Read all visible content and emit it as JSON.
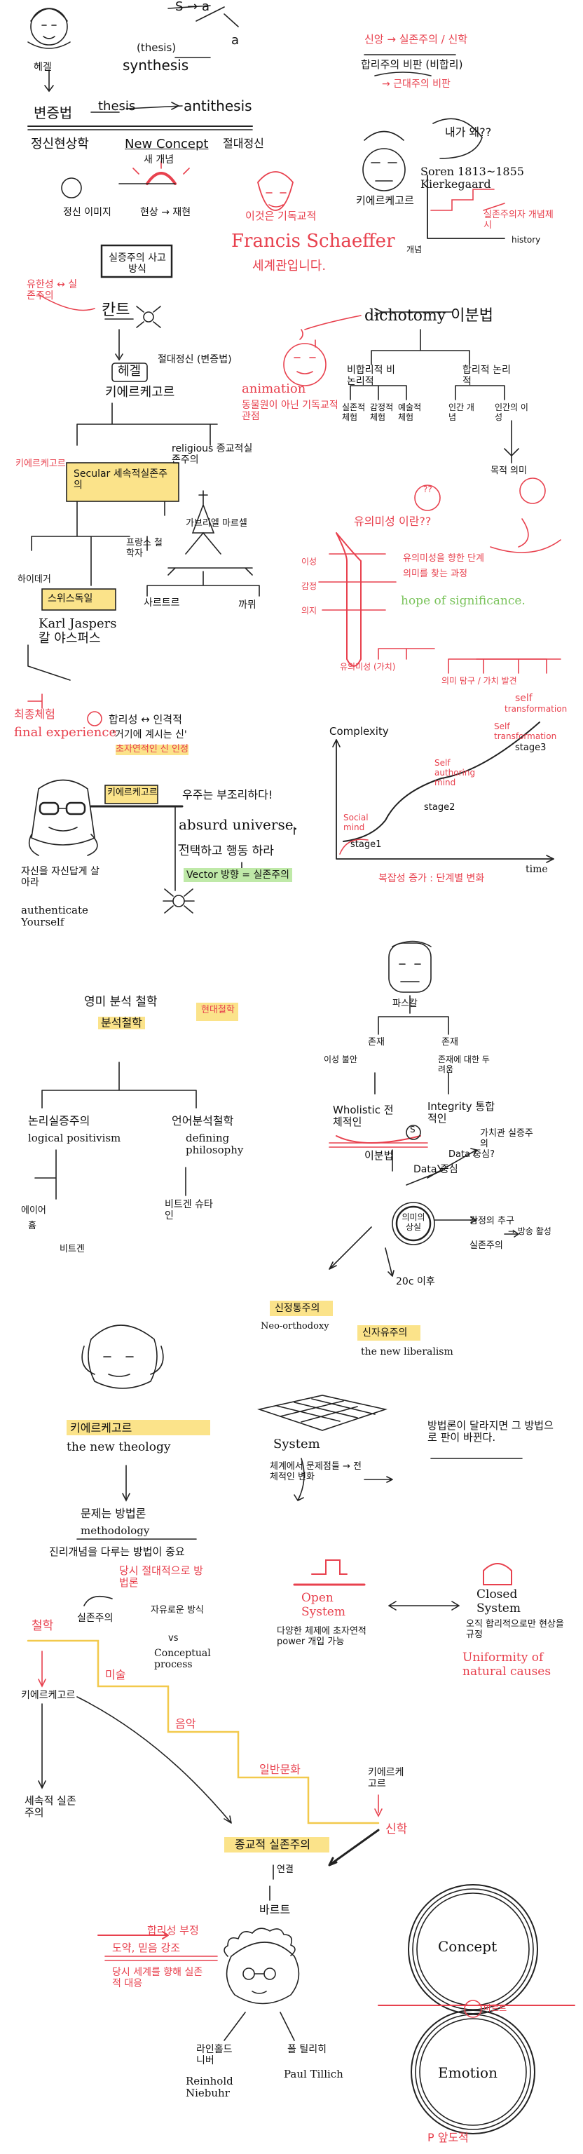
{
  "top": {
    "s_a": "S → a",
    "a": "a",
    "thesis_syn": "(thesis)",
    "synthesis": "synthesis",
    "hegel_label": "헤겔",
    "dialectic": "변증법",
    "thesis": "thesis",
    "antithesis": "antithesis",
    "absolute_spirit_phrase": "정신현상학",
    "new_concept": "New Concept",
    "new_concept_ko": "새 개념",
    "absolute": "절대정신",
    "spirit_left": "정신 이미지",
    "spirit_right": "현상 → 재현",
    "rationalism_box": "실증주의 사고방식",
    "rationalism_note": "유한성 ↔ 실존주의",
    "kant": "칸트",
    "hegel": "헤겔",
    "hegel_side": "절대정신 (변증법)",
    "kierkegaard_ko": "키에르케고르"
  },
  "soren": {
    "top_red1": "신앙 → 실존주의 / 신학",
    "top_black": "합리주의 비판 (비합리)",
    "top_red2": "→ 근대주의 비판",
    "bubble": "내가 왜??",
    "name_ko": "키에르케고르",
    "name_en": "Soren 1813~1855 Kierkegaard",
    "graph_note": "실존주의자 개념제시",
    "graph_y": "개념",
    "graph_x": "history"
  },
  "schaeffer": {
    "note": "이것은 기독교적",
    "name": "Francis Schaeffer",
    "sub": "세계관입니다.",
    "animation": "animation",
    "animation_sub": "동물원이 아닌 기독교적 관점",
    "dichotomy": "dichotomy 이분법",
    "left_branch": "비합리적 비논리적",
    "right_branch": "합리적 논리적",
    "left_leaves": [
      "실존적 체험",
      "감정적 체험",
      "예술적 체험"
    ],
    "right_leaves": [
      "인간 개념",
      "인간의 이성"
    ],
    "right_bottom": "목적 의미"
  },
  "secular": {
    "box": "Secular 세속적실존주의",
    "religious": "religious 종교적실존주의",
    "heidegger": "하이데거",
    "sartre_line": "프랑스 철학자",
    "sartre": "사르트르",
    "camus": "까뮈",
    "jaspers_box": "스위스독일",
    "jaspers": "Karl Jaspers 칼 야스퍼스",
    "final": "최종체험",
    "final_en": "final experience",
    "kierkegaard_r": "키에르케고르",
    "marcel": "가브리엘 마르셀"
  },
  "absurd": {
    "circle_note": "합리성 ↔ 인격적",
    "quote": "'거기에 계시는 신'",
    "red_quote": "초자연적인 신 인정",
    "box": "키에르케고르",
    "universe_ko": "우주는 부조리하다!",
    "absurd": "absurd universe.",
    "choose": "선택하고 행동 하라",
    "vector": "Vector 방향 = 실존주의",
    "self_ko": "자신을 자신답게 살아라",
    "authentic": "authenticate Yourself"
  },
  "significance": {
    "question": "유의미성 이란??",
    "qmark": "??",
    "right_note": "유의미성을 향한 단계",
    "right_note2": "의미를 찾는 과정",
    "hope": "hope of significance.",
    "left_labels": [
      "이성",
      "감정",
      "의지"
    ],
    "bottom_left": "유의미성 (가치)",
    "bottom_right": "의미 탐구 / 가치 발견",
    "self_red": "self",
    "self_sub": "transformation"
  },
  "complexity": {
    "ylabel": "Complexity",
    "stage1": "stage1",
    "stage2": "stage2",
    "stage3": "stage3",
    "self_trans": "Self transformation",
    "self_auth": "Self authoring mind",
    "social": "Social mind",
    "time": "time",
    "caption": "복잡성 증가 : 단계별 변화"
  },
  "analytic": {
    "title": "영미 분석 철학",
    "sub": "분석철학",
    "tag": "현대철학",
    "left": "논리실증주의",
    "left_en": "logical positivism",
    "right": "언어분석철학",
    "right_en": "defining philosophy",
    "leaf1": "에이어",
    "leaf2": "흄",
    "leaf3": "비트겐",
    "leaf4": "비트겐 슈타인"
  },
  "thinker": {
    "name": "파스칼",
    "left": "존재",
    "right": "존재",
    "left_note": "이성 불안",
    "right_note": "존재에 대한 두려움",
    "whole": "Wholistic 전체적인",
    "whole2": "Integrity 통합적인",
    "s": "S",
    "dichotomy": "이분법",
    "data": "Data 중심",
    "data2": "Data 중심?",
    "note_r": "가치관 실증주의",
    "meaning": "의미의 상실",
    "hope": "감정의 추구",
    "exp": "실존주의",
    "right_end": "→ 방송 활성",
    "century": "20c 이후",
    "neo": "신정통주의",
    "neo_en": "Neo-orthodoxy",
    "lib": "신자유주의",
    "lib_en": "the new liberalism"
  },
  "theology": {
    "name": "키에르케고르",
    "new": "the new theology",
    "problem": "문제는 방법론",
    "method": "methodology",
    "truth": "진리개념을 다루는 방법이 중요",
    "red": "당시 절대적으로 방법론",
    "existential": "실존주의",
    "exist_right": "자유로운 방식",
    "vs": "vs",
    "concept": "Conceptual process",
    "system": "System",
    "system_note": "체계에서 문제점들 → 전체적인 변화",
    "paradigm": "방법론이 달라지면 그 방법으로 판이 바뀐다.",
    "open": "Open System",
    "open_sub": "다양한 체제에 초자연적 power 개입 가능",
    "closed": "Closed System",
    "closed_sub": "오직 합리적으로만 현상을 규정",
    "uniformity": "Uniformity of natural causes"
  },
  "staircase": {
    "philo": "철학",
    "art": "미술",
    "music": "음악",
    "culture": "일반문화",
    "theo": "신학",
    "kierkegaard": "키에르케고르",
    "kk_right": "키에르케고르",
    "secular": "세속적 실존주의"
  },
  "barth": {
    "theol": "종교적 실존주의",
    "link": "연결",
    "name": "바르트",
    "red1": "합리성 부정",
    "red2": "도약, 믿음 강조",
    "red3": "당시 세계를 향해 실존적 대응",
    "niebuhr": "라인홀드 니버",
    "niebuhr_en": "Reinhold Niebuhr",
    "tillich": "폴 틸리히",
    "tillich_en": "Paul Tillich"
  },
  "rings": {
    "concept": "Concept",
    "emotion": "Emotion",
    "mid": "바르트",
    "bottom": "P 앞도적"
  }
}
